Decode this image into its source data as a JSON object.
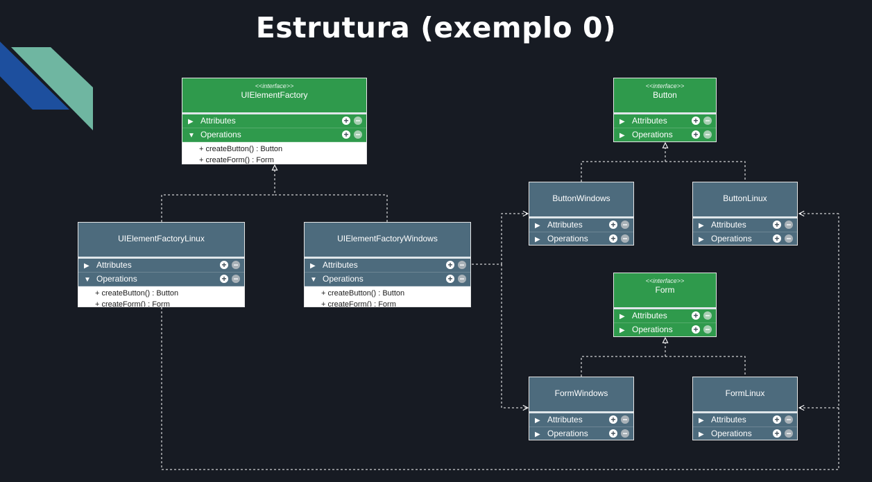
{
  "slide": {
    "title": "Estrutura (exemplo 0)"
  },
  "colors": {
    "background": "#171b23",
    "interface_fill": "#2f9a4c",
    "class_fill": "#4d6b7d",
    "deco_blue": "#1d4f9e",
    "deco_teal": "#6fb6a1"
  },
  "labels": {
    "attributes": "Attributes",
    "operations": "Operations",
    "stereotype": "<<interface>>",
    "add_symbol": "+",
    "remove_symbol": "−",
    "collapsed_toggle": "▶",
    "expanded_toggle": "▼"
  },
  "classes": {
    "ui_element_factory": {
      "name": "UIElementFactory",
      "operations": [
        "+ createButton() : Button",
        "+ createForm() : Form"
      ]
    },
    "ui_element_factory_linux": {
      "name": "UIElementFactoryLinux",
      "operations": [
        "+ createButton() : Button",
        "+ createForm() : Form"
      ]
    },
    "ui_element_factory_windows": {
      "name": "UIElementFactoryWindows",
      "operations": [
        "+ createButton() : Button",
        "+ createForm() : Form"
      ]
    },
    "button": {
      "name": "Button"
    },
    "button_windows": {
      "name": "ButtonWindows"
    },
    "button_linux": {
      "name": "ButtonLinux"
    },
    "form": {
      "name": "Form"
    },
    "form_windows": {
      "name": "FormWindows"
    },
    "form_linux": {
      "name": "FormLinux"
    }
  }
}
